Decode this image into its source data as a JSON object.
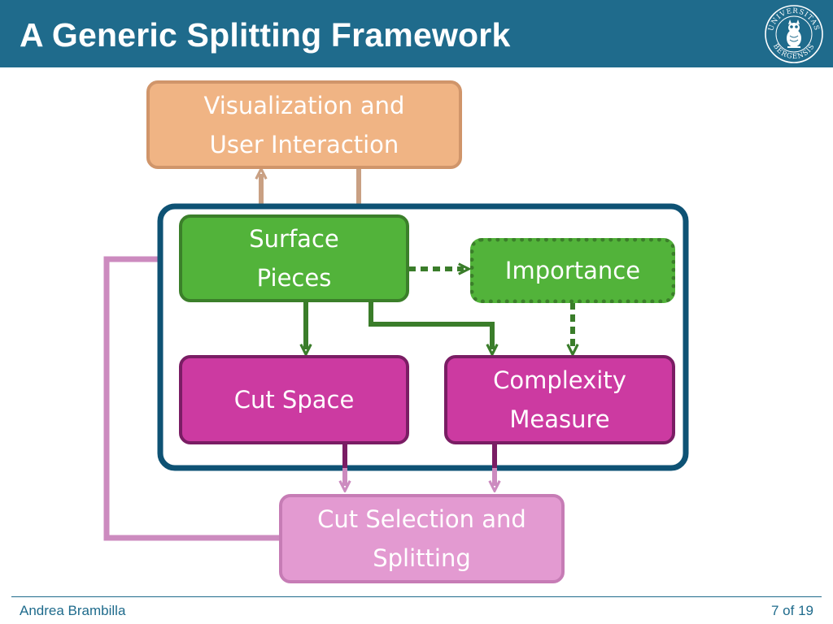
{
  "header": {
    "title": "A Generic Splitting Framework"
  },
  "seal": {
    "icon": "university-seal-icon",
    "text_top": "UNIVERSITAS",
    "text_bottom": "BERGENSIS"
  },
  "diagram": {
    "nodes": {
      "visualization": {
        "line1": "Visualization and",
        "line2": "User Interaction",
        "fill": "#f0b484",
        "border": "#d0956a",
        "text_color": "#ffffff"
      },
      "surface": {
        "line1": "Surface",
        "line2": "Pieces",
        "fill": "#52b33a",
        "border": "#3b7f2a",
        "text_color": "#ffffff"
      },
      "importance": {
        "label": "Importance",
        "fill": "#52b33a",
        "border": "#3b7f2a",
        "text_color": "#ffffff"
      },
      "cutspace": {
        "label": "Cut Space",
        "fill": "#cc3aa1",
        "border": "#7a1d64",
        "text_color": "#ffffff"
      },
      "complexity": {
        "line1": "Complexity",
        "line2": "Measure",
        "fill": "#cc3aa1",
        "border": "#7a1d64",
        "text_color": "#ffffff"
      },
      "cutselection": {
        "line1": "Cut Selection and",
        "line2": "Splitting",
        "fill": "#e39ad1",
        "border": "#c67cb5",
        "text_color": "#ffffff"
      }
    },
    "container_border": "#0e5274",
    "arrow_colors": {
      "tan": "#c9a083",
      "green": "#3a7d2a",
      "purple": "#7a1d64",
      "pink": "#cc8bbf"
    }
  },
  "footer": {
    "author": "Andrea Brambilla",
    "page": "7 of 19"
  }
}
